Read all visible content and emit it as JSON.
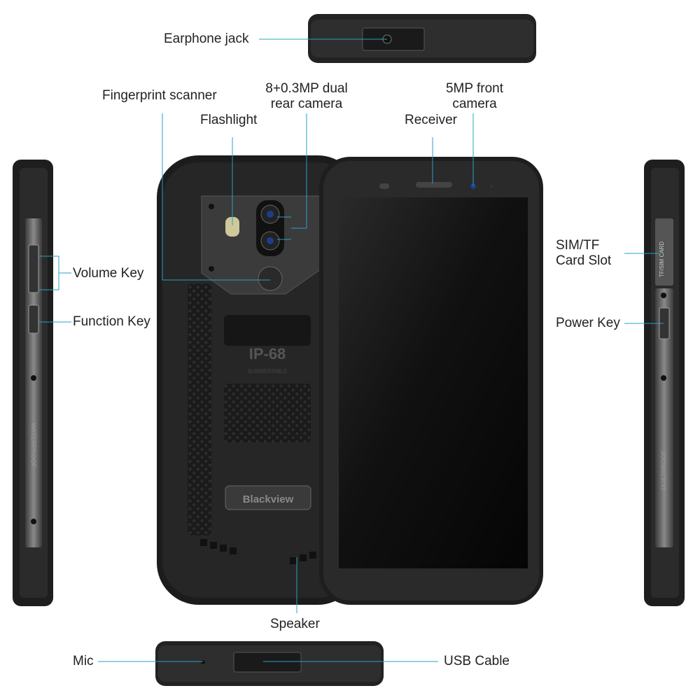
{
  "labels": {
    "earphone_jack": "Earphone jack",
    "fingerprint_scanner": "Fingerprint scanner",
    "dual_camera_line1": "8+0.3MP dual",
    "dual_camera_line2": "rear camera",
    "front_camera_line1": "5MP front",
    "front_camera_line2": "camera",
    "flashlight": "Flashlight",
    "receiver": "Receiver",
    "volume_key": "Volume Key",
    "function_key": "Function Key",
    "sim_slot_line1": "SIM/TF",
    "sim_slot_line2": "Card Slot",
    "power_key": "Power Key",
    "speaker": "Speaker",
    "mic": "Mic",
    "usb_cable": "USB Cable"
  },
  "device_text": {
    "rating": "IP-68",
    "rating_sub": "SUBMERSIBLE",
    "brand": "Blackview",
    "left_side": "WATERPROOF",
    "right_side": "DUSTPROOF",
    "card_slot": "TF/SIM CARD"
  },
  "colors": {
    "callout_line": "#2aa0c0",
    "phone_body": "#1c1c1c",
    "screen": "#0e0e0e",
    "frame_metal": "#6f6f6f"
  }
}
